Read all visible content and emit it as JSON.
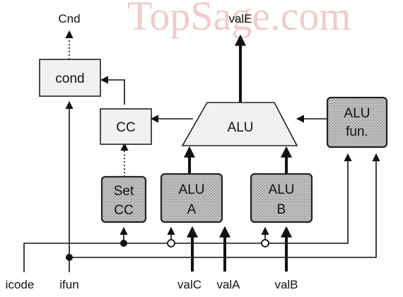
{
  "watermark": "TopSage.com",
  "signals": {
    "cnd": "Cnd",
    "vale": "valE",
    "icode": "icode",
    "ifun": "ifun",
    "valc": "valC",
    "vala": "valA",
    "valb": "valB"
  },
  "blocks": {
    "cond": "cond",
    "cc": "CC",
    "alu": "ALU",
    "alu_fun": [
      "ALU",
      "fun."
    ],
    "set_cc": [
      "Set",
      "CC"
    ],
    "alu_a": [
      "ALU",
      "A"
    ],
    "alu_b": [
      "ALU",
      "B"
    ]
  }
}
